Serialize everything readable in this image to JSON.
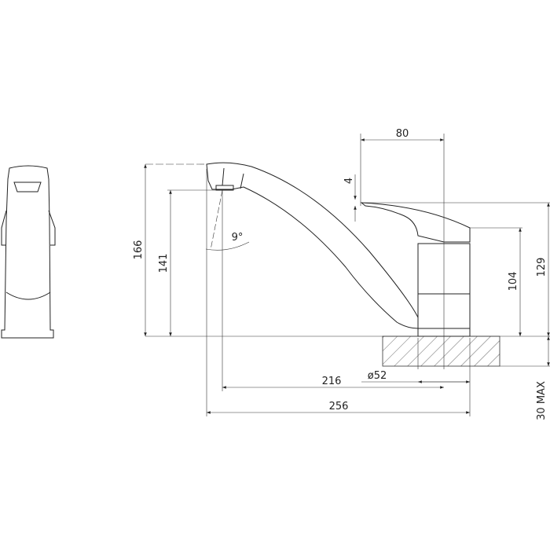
{
  "dimensions": {
    "width_handle": "80",
    "handle_gap": "4",
    "height_total": "166",
    "height_outlet": "141",
    "spout_angle": "9°",
    "height_handle": "129",
    "height_body": "104",
    "hole_diameter": "ø52",
    "reach_outlet": "216",
    "length_total": "256",
    "mount_thickness": "30 MAX"
  }
}
